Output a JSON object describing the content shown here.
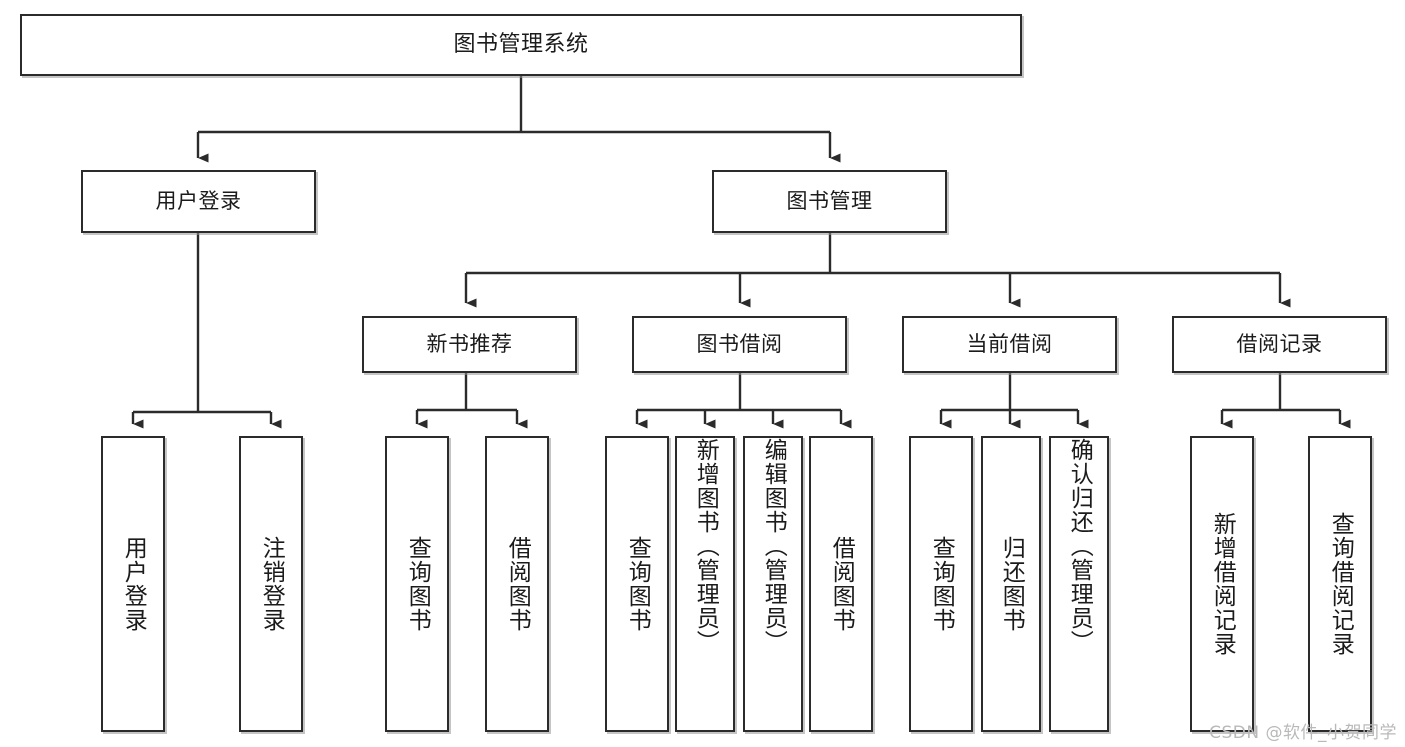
{
  "diagram": {
    "type": "tree-hierarchy-chart",
    "title": "图书管理系统",
    "watermark": "CSDN @软件_小贺同学",
    "colors": {
      "box_border": "#2b2b2b",
      "box_fill": "#ffffff",
      "connector": "#2b2b2b",
      "watermark_text": "#b9b9b9",
      "page_background": "#ffffff"
    },
    "nodes": {
      "root": {
        "label": "图书管理系统"
      },
      "level2": [
        {
          "id": "user-login",
          "label": "用户登录"
        },
        {
          "id": "book-manage",
          "label": "图书管理"
        }
      ],
      "level3": [
        {
          "id": "new-book-recommend",
          "label": "新书推荐"
        },
        {
          "id": "book-borrow",
          "label": "图书借阅"
        },
        {
          "id": "current-borrow",
          "label": "当前借阅"
        },
        {
          "id": "borrow-record",
          "label": "借阅记录"
        }
      ],
      "leaves": {
        "user_login": [
          {
            "id": "leaf-user-login",
            "label": "用户登录"
          },
          {
            "id": "leaf-user-logout",
            "label": "注销登录"
          }
        ],
        "new_book_recommend": [
          {
            "id": "leaf-query-book-1",
            "label": "查询图书"
          },
          {
            "id": "leaf-borrow-book-1",
            "label": "借阅图书"
          }
        ],
        "book_borrow": [
          {
            "id": "leaf-query-book-2",
            "label": "查询图书"
          },
          {
            "id": "leaf-add-book",
            "label": "新增图书（管理员）"
          },
          {
            "id": "leaf-edit-book",
            "label": "编辑图书（管理员）"
          },
          {
            "id": "leaf-borrow-book-2",
            "label": "借阅图书"
          }
        ],
        "current_borrow": [
          {
            "id": "leaf-query-book-3",
            "label": "查询图书"
          },
          {
            "id": "leaf-return-book",
            "label": "归还图书"
          },
          {
            "id": "leaf-confirm-return",
            "label": "确认归还（管理员）"
          }
        ],
        "borrow_record": [
          {
            "id": "leaf-add-record",
            "label": "新增借阅记录"
          },
          {
            "id": "leaf-query-record",
            "label": "查询借阅记录"
          }
        ]
      }
    }
  }
}
